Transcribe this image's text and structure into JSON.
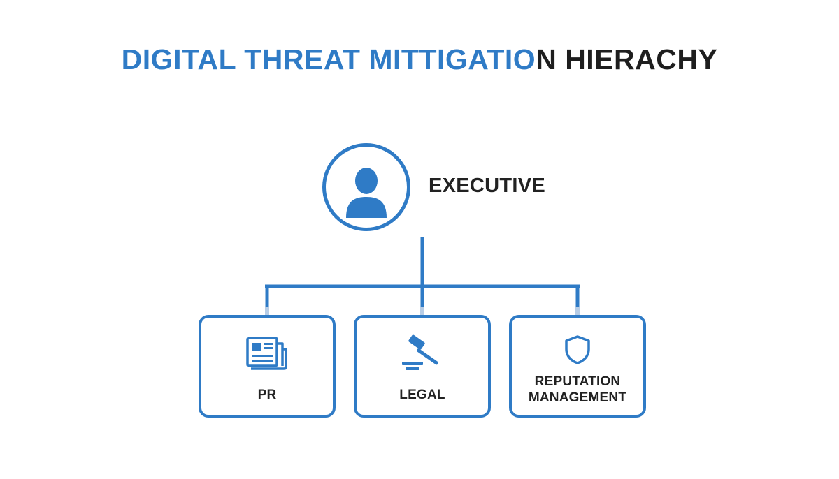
{
  "diagram": {
    "title_part_blue": "DIGITAL THREAT MITTIGATIO",
    "title_part_dark": "N HIERACHY",
    "root": {
      "label": "EXECUTIVE",
      "icon": "user-icon"
    },
    "children": [
      {
        "label": "PR",
        "icon": "newspaper-icon"
      },
      {
        "label": "LEGAL",
        "icon": "gavel-icon"
      },
      {
        "label": "REPUTATION\nMANAGEMENT",
        "icon": "shield-icon"
      }
    ]
  },
  "colors": {
    "accent": "#2f7bc6",
    "text_dark": "#222222",
    "background": "#ffffff"
  }
}
